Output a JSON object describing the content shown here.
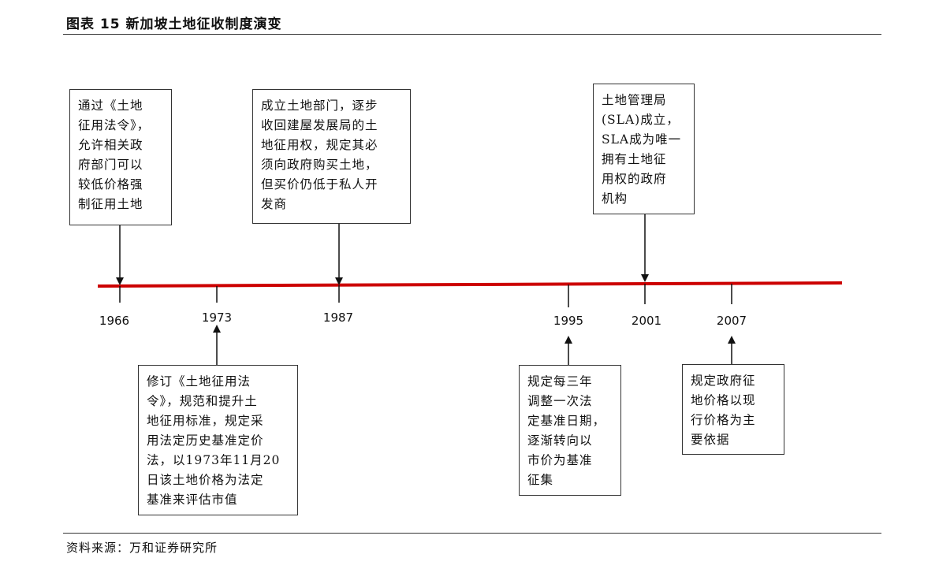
{
  "figure": {
    "title": "图表 15   新加坡土地征收制度演变",
    "source": "资料来源：万和证券研究所"
  },
  "timeline": {
    "line_color": "#cc0000",
    "years": [
      "1966",
      "1973",
      "1987",
      "1995",
      "2001",
      "2007"
    ],
    "events_above": [
      {
        "year": "1966",
        "text": "通过《土地\n征用法令》，\n允许相关政\n府部门可以\n较低价格强\n制征用土地"
      },
      {
        "year": "1987",
        "text": "成立土地部门，逐步\n收回建屋发展局的土\n地征用权，规定其必\n须向政府购买土地，\n但买价仍低于私人开\n发商"
      },
      {
        "year": "2001",
        "text": "土地管理局\n(SLA)成立，\nSLA成为唯一\n拥有土地征\n用权的政府\n机构"
      }
    ],
    "events_below": [
      {
        "year": "1973",
        "text": "修订《土地征用法\n令》，规范和提升土\n地征用标准，规定采\n用法定历史基准定价\n法，以1973年11月20\n日该土地价格为法定\n基准来评估市值"
      },
      {
        "year": "1995",
        "text": "规定每三年\n调整一次法\n定基准日期，\n逐渐转向以\n市价为基准\n征集"
      },
      {
        "year": "2007",
        "text": "规定政府征\n地价格以现\n行价格为主\n要依据"
      }
    ]
  }
}
